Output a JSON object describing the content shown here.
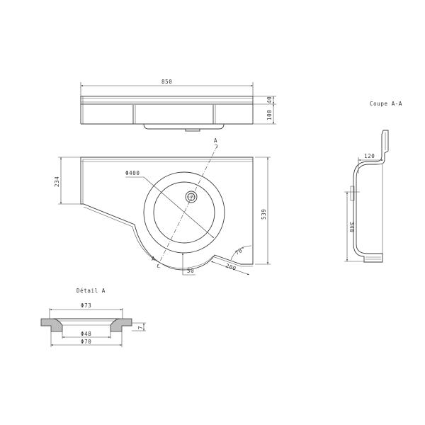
{
  "drawing": {
    "front_view": {
      "width_label": "850",
      "rim_height_label": "40",
      "body_height_label": "100"
    },
    "plan_view": {
      "bowl_diameter_label": "Φ400",
      "left_depth_label": "234",
      "total_depth_label": "539",
      "offset_label": "50",
      "edge_length_label": "200",
      "angle_label": "70°",
      "section_marker_top": "A",
      "section_marker_bottom": "A"
    },
    "section_view": {
      "title": "Coupe A-A",
      "depth_label": "120",
      "height_label": "340"
    },
    "detail_view": {
      "title": "Détail A",
      "outer_diameter_label": "Φ73",
      "inner_diameter_label": "Φ48",
      "base_diameter_label": "Φ70",
      "thickness_label": "7"
    }
  }
}
